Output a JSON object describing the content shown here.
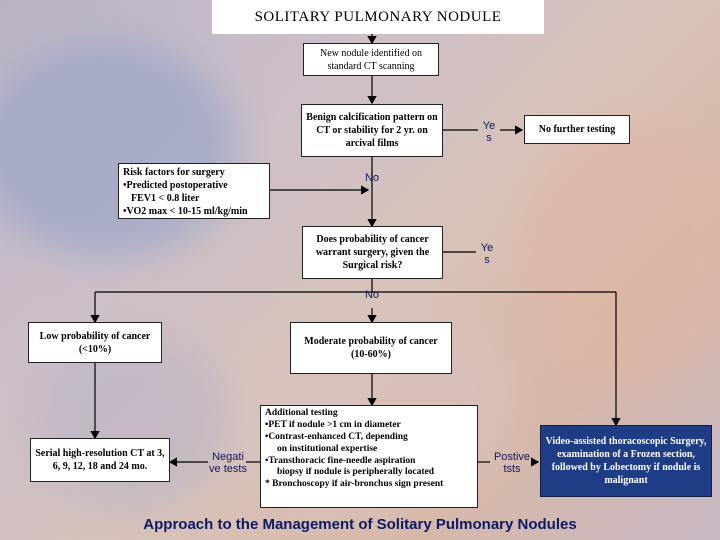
{
  "title": "SOLITARY PULMONARY NODULE",
  "nodes": {
    "new_nodule": "New nodule identified on standard CT scanning",
    "benign_calcification": "Benign calcification pattern on CT or stability for 2 yr. on arcival films",
    "no_further_testing": "No further testing",
    "risk_factors": {
      "heading": "Risk factors for surgery",
      "line1": "•Predicted postoperative",
      "line2": "FEV1 < 0.8 liter",
      "line3": "•VO2 max < 10-15 ml/kg/min"
    },
    "probability_question": "Does probability of cancer warrant surgery, given the Surgical risk?",
    "low_probability": {
      "line1": "Low probability of cancer",
      "line2": "(<10%)"
    },
    "moderate_probability": {
      "line1": "Moderate probability of cancer",
      "line2": "(10-60%)"
    },
    "serial_ct": "Serial high-resolution CT at 3, 6, 9, 12, 18 and 24 mo.",
    "additional_testing": {
      "line1": "Additional testing",
      "line2": "•PET if nodule >1 cm in diameter",
      "line3": "•Contrast-enhanced CT, depending",
      "line4": "on institutional expertise",
      "line5": "•Transthoracic fine-needle aspiration",
      "line6": "biopsy if nodule is peripherally located",
      "line7": "* Bronchoscopy if air-bronchus sign present"
    },
    "vats": "Video-assisted thoracoscopic Surgery, examination of a Frozen section, followed by Lobectomy if nodule is malignant"
  },
  "labels": {
    "yes_top": "Ye s",
    "no_mid": "No",
    "yes_mid": "Ye s",
    "no_lower": "No",
    "negative_tests": "Negati ve tests",
    "positive_tests": "Postive tsts"
  },
  "footer": "Approach to the Management of Solitary Pulmonary Nodules",
  "colors": {
    "box_fill": "#ffffff",
    "vats_fill": "#1f3d85",
    "label_text": "#101a60",
    "footer_text": "#0d1a66"
  }
}
